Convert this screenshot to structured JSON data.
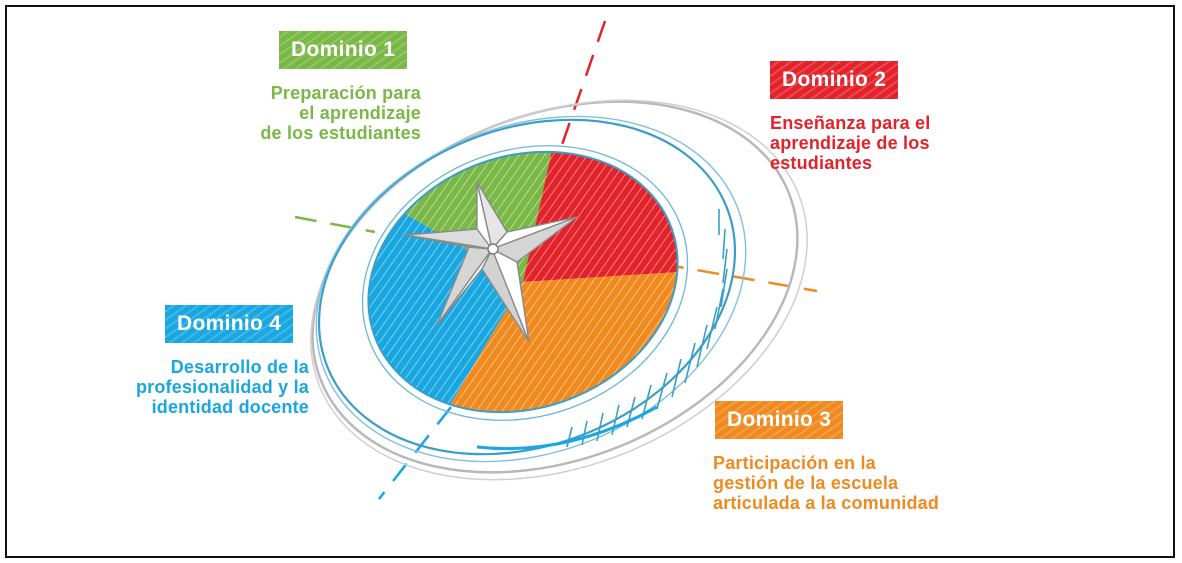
{
  "colors": {
    "domain1": "#7ab845",
    "domain2": "#e3222a",
    "domain3": "#f08a1f",
    "domain4": "#18a7e0",
    "ring": "#3a9ec9",
    "star": "#c9c9c9"
  },
  "domains": [
    {
      "badge": "Dominio 1",
      "lines": [
        "Preparación para",
        "el aprendizaje",
        "de los estudiantes"
      ]
    },
    {
      "badge": "Dominio 2",
      "lines": [
        "Enseñanza para el",
        "aprendizaje de los",
        "estudiantes"
      ]
    },
    {
      "badge": "Dominio 3",
      "lines": [
        "Participación en la",
        "gestión de la escuela",
        "articulada a la comunidad"
      ]
    },
    {
      "badge": "Dominio 4",
      "lines": [
        "Desarrollo de la",
        "profesionalidad y la",
        "identidad docente"
      ]
    }
  ]
}
